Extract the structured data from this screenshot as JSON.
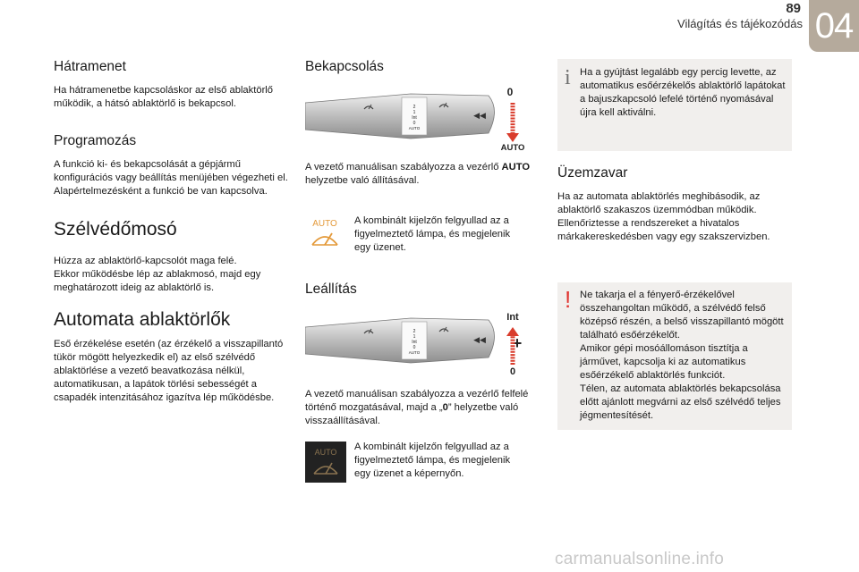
{
  "header": {
    "page_number": "89",
    "chapter_title": "Világítás és tájékozódás",
    "chapter_number": "04"
  },
  "left_column": {
    "sections": [
      {
        "title": "Hátramenet",
        "text": "Ha hátramenetbe kapcsoláskor az első ablaktörlő működik, a hátsó ablaktörlő is bekapcsol."
      },
      {
        "title": "Programozás",
        "text": "A funkció ki- és bekapcsolását a gépjármű konfigurációs vagy beállítás menüjében végezheti el.\nAlapértelmezésként a funkció be van kapcsolva."
      },
      {
        "title": "Szélvédőmosó",
        "text": "Húzza az ablaktörlő-kapcsolót maga felé.\nEkkor működésbe lép az ablakmosó, majd egy meghatározott ideig az ablaktörlő is."
      },
      {
        "title": "Automata ablaktörlők",
        "text": "Eső érzékelése esetén (az érzékelő a visszapillantó tükör mögött helyezkedik el) az első szélvédő ablaktörlése a vezető beavatkozása nélkül, automatikusan, a lapátok törlési sebességét a csapadék intenzitásához igazítva lép működésbe."
      }
    ]
  },
  "middle_column": {
    "bekapcsolas": {
      "title": "Bekapcsolás",
      "text_before": "A vezető manuálisan szabályozza a vezérlő ",
      "text_bold": "AUTO",
      "text_after": " helyzetbe való állításával.",
      "note": "A kombinált kijelzőn felgyullad az a figyelmeztető lámpa, és megjelenik egy üzenet.",
      "icon_text": "AUTO",
      "diagram": {
        "top_label": "0",
        "bottom_label": "AUTO",
        "positions": [
          "2",
          "1",
          "Int",
          "0",
          "AUTO"
        ],
        "arrow_symbol": "◀◀"
      }
    },
    "leallitas": {
      "title": "Leállítás",
      "text_before": "A vezető manuálisan szabályozza a vezérlő felfelé történő mozgatásával, majd a „",
      "text_bold": "0",
      "text_after": "” helyzetbe való visszaállításával.",
      "note": "A kombinált kijelzőn felgyullad az a figyelmeztető lámpa, és megjelenik egy üzenet a képernyőn.",
      "icon_text": "AUTO",
      "diagram": {
        "top_label": "Int",
        "bottom_label": "0",
        "plus_symbol": "+",
        "positions": [
          "2",
          "1",
          "Int",
          "0",
          "AUTO"
        ],
        "arrow_symbol": "◀◀"
      }
    }
  },
  "right_column": {
    "info_box": {
      "icon": "i",
      "text": "Ha a gyújtást legalább egy percig levette, az automatikus esőérzékelős ablaktörlő lapátokat a bajuszkapcsoló lefelé történő nyomásával újra kell aktiválni."
    },
    "uzemzavar": {
      "title": "Üzemzavar",
      "text": "Ha az automata ablaktörlés meghibásodik, az ablaktörlő szakaszos üzemmódban működik.\nEllenőriztesse a rendszereket a hivatalos márkakereskedésben vagy egy szakszervizben."
    },
    "warning_box": {
      "icon": "!",
      "text": "Ne takarja el a fényerő-érzékelővel összehangoltan működő, a szélvédő felső középső részén, a belső visszapillantó mögött található esőérzékelőt.\nAmikor gépi mosóállomáson tisztítja a járművet, kapcsolja ki az automatikus esőérzékelő ablaktörlés funkciót.\nTélen, az automata ablaktörlés bekapcsolása előtt ajánlott megvárni az első szélvédő teljes jégmentesítését."
    }
  },
  "watermark": "carmanualsonline.info",
  "colors": {
    "accent_tab": "#b5aa9c",
    "info_icon": "#6e6e6e",
    "warning_icon": "#e0342f",
    "arrow_red": "#d93c2c",
    "auto_orange": "#e49a3a",
    "box_bg": "#f1efed"
  }
}
